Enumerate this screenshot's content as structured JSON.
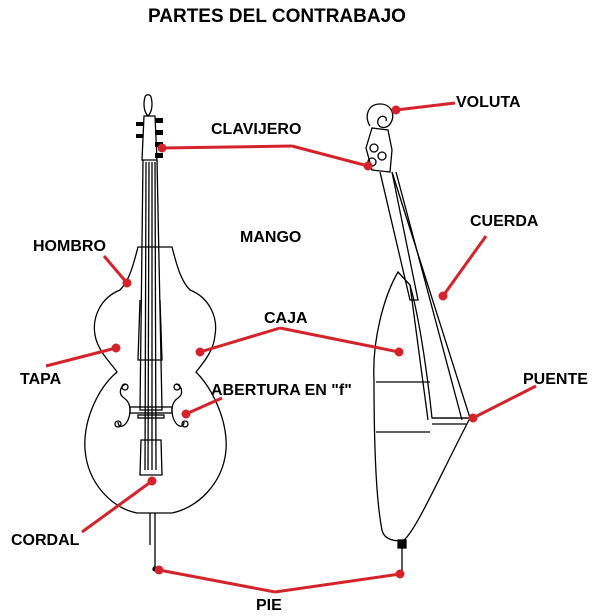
{
  "title": "PARTES DEL CONTRABAJO",
  "labels": {
    "voluta": "VOLUTA",
    "clavijero": "CLAVIJERO",
    "cuerda": "CUERDA",
    "mango": "MANGO",
    "hombro": "HOMBRO",
    "caja": "CAJA",
    "tapa": "TAPA",
    "abertura": "ABERTURA EN \"f\"",
    "puente": "PUENTE",
    "cordal": "CORDAL",
    "pie": "PIE"
  },
  "colors": {
    "leader_line": "#d5232b",
    "outline": "#000000",
    "text": "#000000"
  }
}
